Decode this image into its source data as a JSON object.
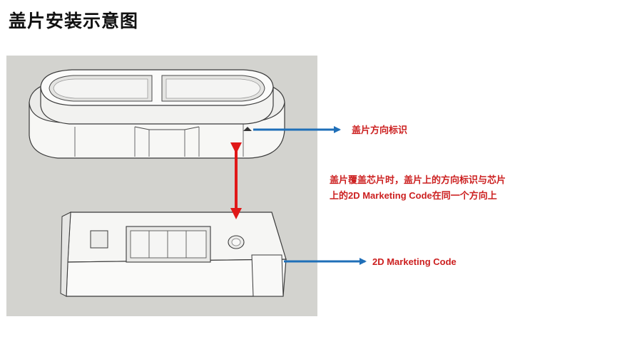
{
  "page": {
    "title": "盖片安装示意图"
  },
  "callouts": {
    "lid_direction_mark": "盖片方向标识",
    "instruction_line1": "盖片覆盖芯片时，盖片上的方向标识与芯片",
    "instruction_line2": "上的2D Marketing Code在同一个方向上",
    "marketing_code": "2D Marketing Code"
  },
  "colors": {
    "callout_text": "#cc2020",
    "pointer_arrow": "#1f6fb8",
    "alignment_arrow": "#e01818",
    "illustration_background": "#d3d3cf"
  }
}
